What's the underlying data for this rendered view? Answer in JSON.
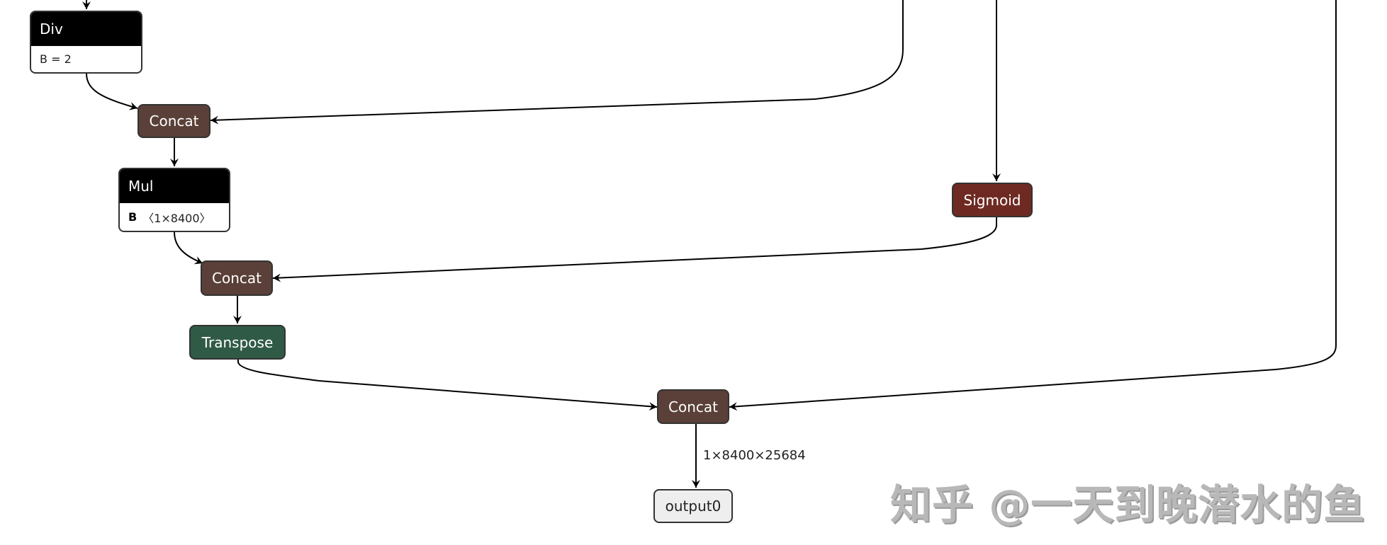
{
  "graph": {
    "nodes": {
      "div": {
        "title": "Div",
        "attr_name": "B",
        "attr_sep": " = ",
        "attr_value": "2"
      },
      "concat_1": {
        "title": "Concat"
      },
      "mul": {
        "title": "Mul",
        "attr_name": "B",
        "attr_value": "〈1×8400〉"
      },
      "sigmoid": {
        "title": "Sigmoid"
      },
      "concat_2": {
        "title": "Concat"
      },
      "transpose": {
        "title": "Transpose"
      },
      "concat_3": {
        "title": "Concat"
      },
      "output": {
        "title": "output0"
      }
    },
    "edge_labels": {
      "concat_3_to_output": "1×8400×25684"
    }
  },
  "colors": {
    "concat": "#5a4038",
    "sigmoid": "#6e2a22",
    "transpose": "#2f5a46",
    "header": "#000000",
    "output_fill": "#eeeeee"
  },
  "watermark": {
    "text": "知乎 @一天到晚潜水的鱼"
  }
}
